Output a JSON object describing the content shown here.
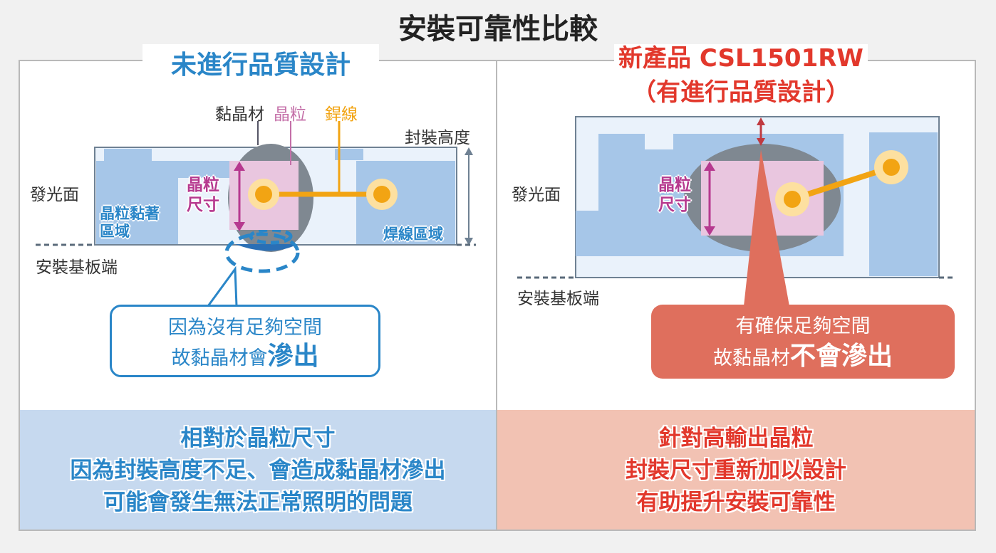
{
  "title": "安裝可靠性比較",
  "left": {
    "heading": "未進行品質設計",
    "labels": {
      "die_attach": "黏晶材",
      "die": "晶粒",
      "wire": "銲線",
      "pkg_height": "封裝高度",
      "emitting_face": "發光面",
      "die_size_1": "晶粒",
      "die_size_2": "尺寸",
      "die_area_1": "晶粒黏著",
      "die_area_2": "區域",
      "wire_area": "焊線區域",
      "board_end": "安裝基板端"
    },
    "callout_line1": "因為沒有足夠空間",
    "callout_line2_prefix": "故黏晶材會",
    "callout_line2_emph": "滲出",
    "summary": [
      "相對於晶粒尺寸",
      "因為封裝高度不足、會造成黏晶材滲出",
      "可能會發生無法正常照明的問題"
    ]
  },
  "right": {
    "heading_line1": "新產品 CSL1501RW",
    "heading_line2": "（有進行品質設計）",
    "labels": {
      "emitting_face": "發光面",
      "die_size_1": "晶粒",
      "die_size_2": "尺寸",
      "board_end": "安裝基板端"
    },
    "callout_line1": "有確保足夠空間",
    "callout_line2_prefix": "故黏晶材",
    "callout_line2_emph": "不會滲出",
    "summary": [
      "針對高輸出晶粒",
      "封裝尺寸重新加以設計",
      "有助提升安裝可靠性"
    ]
  },
  "colors": {
    "blue_accent": "#2a86c8",
    "red_accent": "#e2382c",
    "callout_red": "#df6f5d",
    "pad_blue": "#a6c6e8",
    "die_pink": "#e9c6df",
    "wire_orange": "#f2a413",
    "dark_gray": "#7f8891",
    "arrow_magenta": "#b6398f",
    "left_bottom_bg": "#c6d9ef",
    "right_bottom_bg": "#f2c2b3"
  }
}
